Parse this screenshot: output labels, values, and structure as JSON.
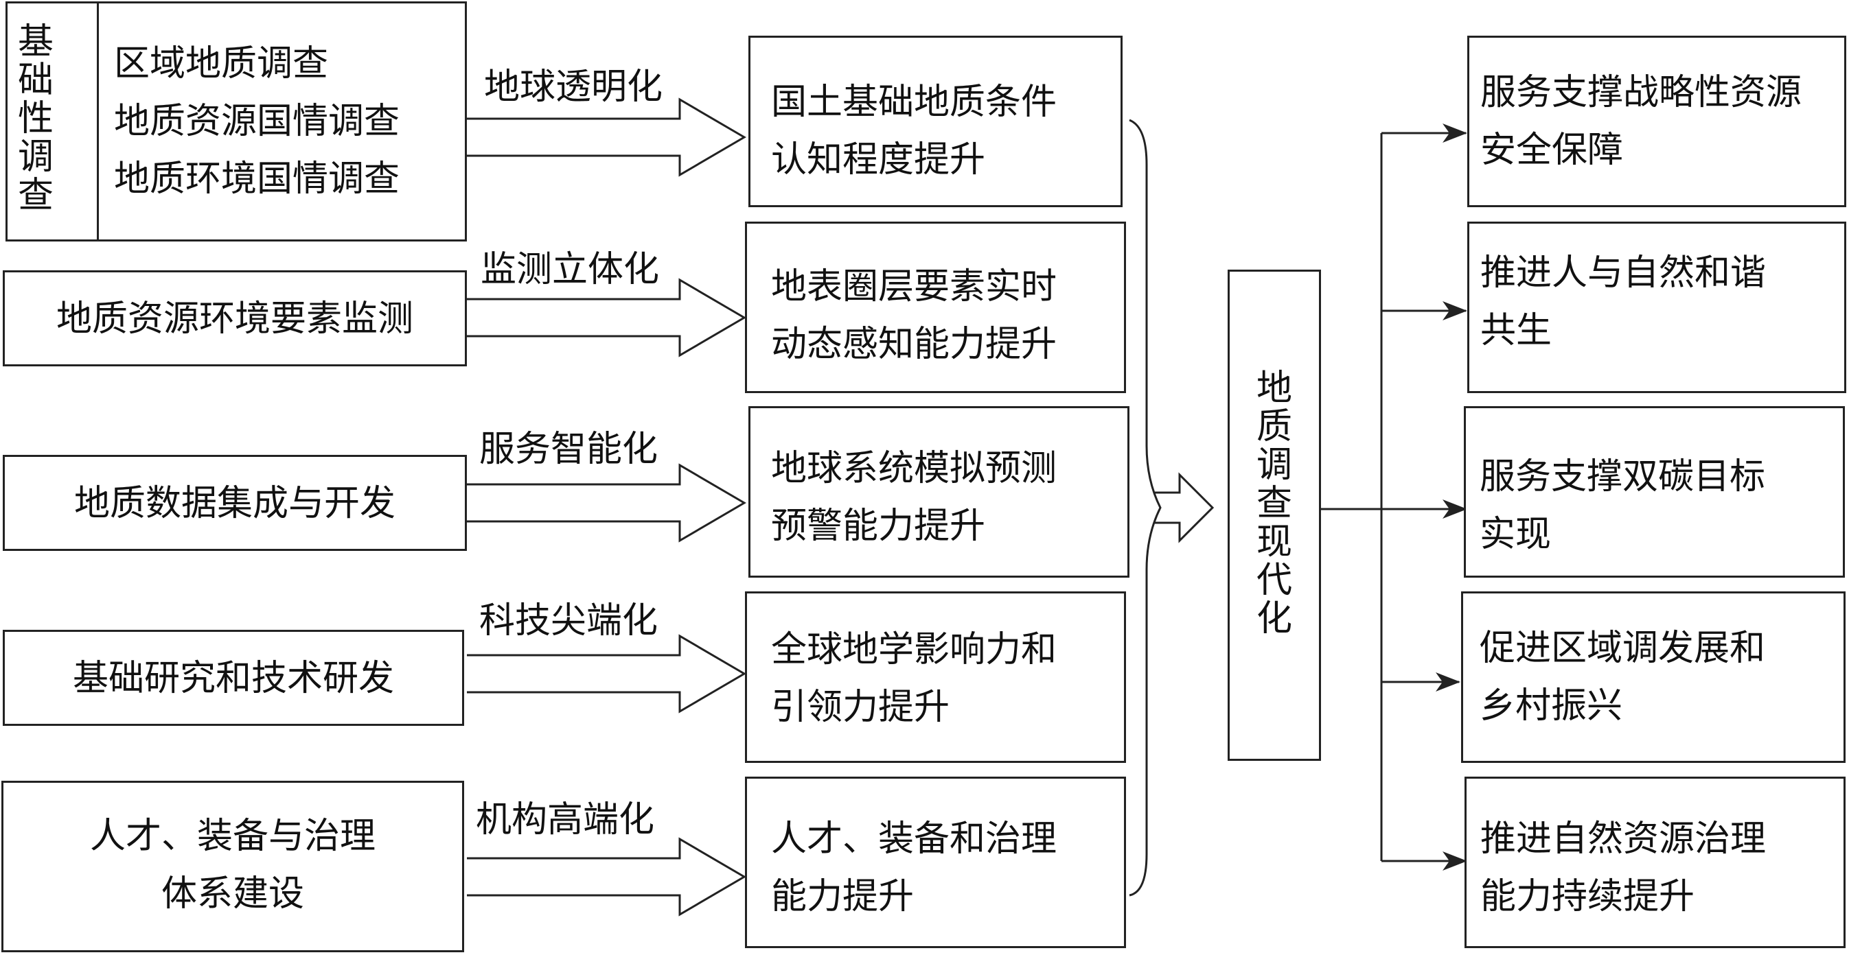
{
  "inputs": {
    "basic": {
      "vertical_label": "基础性调查",
      "items": [
        "区域地质调查",
        "地质资源国情调查",
        "地质环境国情调查"
      ]
    },
    "monitoring": "地质资源环境要素监测",
    "data_dev": "地质数据集成与开发",
    "research": "基础研究和技术研发",
    "talent": [
      "人才、装备与治理",
      "体系建设"
    ]
  },
  "arrow_labels": [
    "地球透明化",
    "监测立体化",
    "服务智能化",
    "科技尖端化",
    "机构高端化"
  ],
  "outcomes": [
    [
      "国土基础地质条件",
      "认知程度提升"
    ],
    [
      "地表圈层要素实时",
      "动态感知能力提升"
    ],
    [
      "地球系统模拟预测",
      "预警能力提升"
    ],
    [
      "全球地学影响力和",
      "引领力提升"
    ],
    [
      "人才、装备和治理",
      "能力提升"
    ]
  ],
  "center": "地质调查现代化",
  "goals": [
    [
      "服务支撑战略性资源",
      "安全保障"
    ],
    [
      "推进人与自然和谐",
      "共生"
    ],
    [
      "服务支撑双碳目标",
      "实现"
    ],
    [
      "促进区域调发展和",
      "乡村振兴"
    ],
    [
      "推进自然资源治理",
      "能力持续提升"
    ]
  ]
}
